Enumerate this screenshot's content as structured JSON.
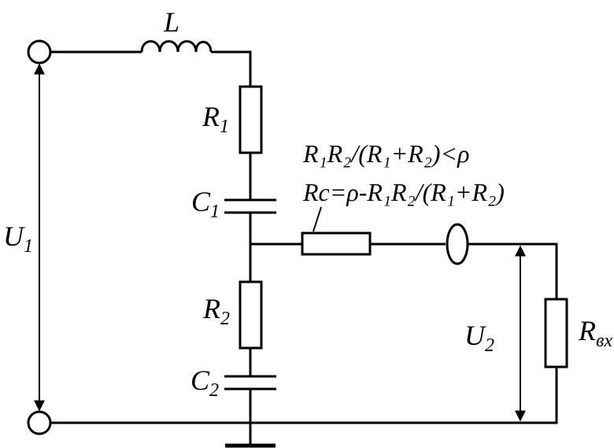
{
  "labels": {
    "L": "L",
    "R1": "R",
    "R1_sub": "1",
    "C1": "C",
    "C1_sub": "1",
    "R2": "R",
    "R2_sub": "2",
    "C2": "C",
    "C2_sub": "2",
    "U1": "U",
    "U1_sub": "1",
    "U2": "U",
    "U2_sub": "2",
    "Rvx": "R",
    "Rvx_sub": "вх"
  },
  "equations": {
    "line1": "R₁R₂/(R₁+R₂)<ρ",
    "line2": "Rc=ρ-R₁R₂/(R₁+R₂)"
  },
  "colors": {
    "stroke": "#000000",
    "background": "#ffffff"
  }
}
